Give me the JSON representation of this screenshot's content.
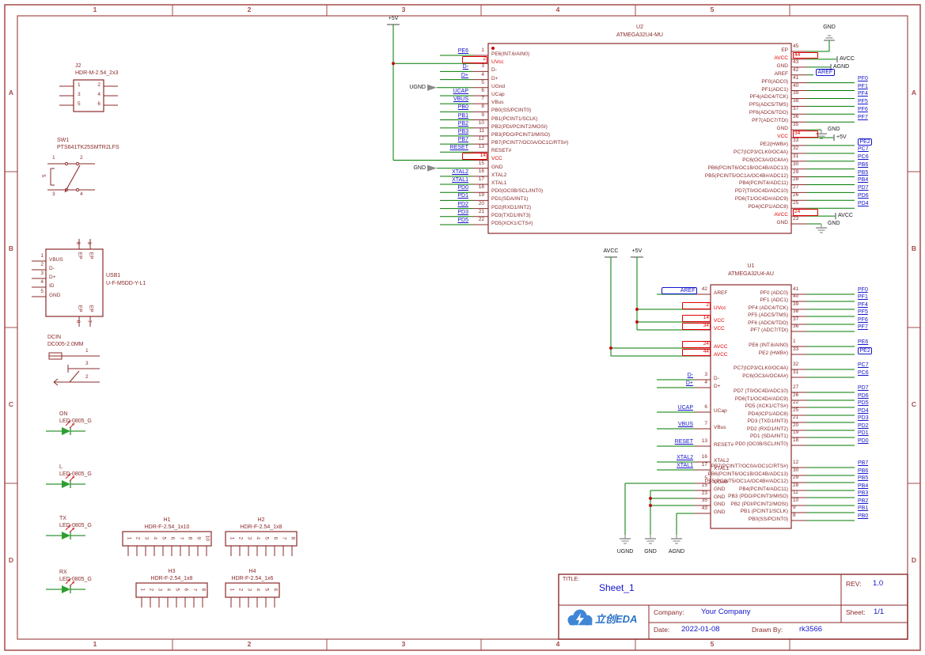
{
  "frame": {
    "columns": [
      "1",
      "2",
      "3",
      "4",
      "5"
    ],
    "rows": [
      "A",
      "B",
      "C",
      "D"
    ]
  },
  "colors": {
    "outline": "#8b2a2a",
    "net_label": "#1414cc",
    "wire": "#007a00",
    "power_red": "#e00000",
    "frame": "#a54b4b",
    "ground": "#8a8a8a",
    "junction": "#bb1111",
    "led_green": "#2f9e2f",
    "logo_blue": "#2a72c8"
  },
  "power": {
    "p5v": "+5V",
    "gnd": "GND",
    "avcc": "AVCC",
    "agnd": "AGND",
    "ugnd": "UGND"
  },
  "u2": {
    "ref": "U2",
    "value": "ATMEGA32U4-MU",
    "left": [
      {
        "ext": "PE6",
        "num": "1",
        "name": "PE6(INT.6/AIN0)"
      },
      {
        "num": "2",
        "name": "UVcc",
        "power": true
      },
      {
        "ext": "D-",
        "num": "3",
        "name": "D-"
      },
      {
        "ext": "D+",
        "num": "4",
        "name": "D+"
      },
      {
        "num": "5",
        "name": "UGnd",
        "flag": "UGND"
      },
      {
        "ext": "UCAP",
        "num": "6",
        "name": "UCap"
      },
      {
        "ext": "VBUS",
        "num": "7",
        "name": "VBus"
      },
      {
        "ext": "PB0",
        "num": "8",
        "name": "PB0(SS/PCINT0)"
      },
      {
        "ext": "PB1",
        "num": "9",
        "name": "PB1(PCINT1/SCLK)"
      },
      {
        "ext": "PB2",
        "num": "10",
        "name": "PB2(PDI/PCINT2/MOSI)"
      },
      {
        "ext": "PB3",
        "num": "11",
        "name": "PB3(PDO/PCINT3/MISO)"
      },
      {
        "ext": "PB7",
        "num": "12",
        "name": "PB7(PCINT7/OC0A/OC1C/RTS#)"
      },
      {
        "ext": "RESET",
        "num": "13",
        "name": "RESET#"
      },
      {
        "num": "14",
        "name": "VCC",
        "power": true
      },
      {
        "num": "15",
        "name": "GND",
        "flag": "GND"
      },
      {
        "ext": "XTAL2",
        "num": "16",
        "name": "XTAL2"
      },
      {
        "ext": "XTAL1",
        "num": "17",
        "name": "XTAL1"
      },
      {
        "ext": "PD0",
        "num": "18",
        "name": "PD0(OC0B/SCL/INT0)"
      },
      {
        "ext": "PD1",
        "num": "19",
        "name": "PD1(SDA/INT1)"
      },
      {
        "ext": "PD2",
        "num": "20",
        "name": "PD2(RXD1/INT2)"
      },
      {
        "ext": "PD3",
        "num": "21",
        "name": "PD3(TXD1/INT3)"
      },
      {
        "ext": "PD5",
        "num": "22",
        "name": "PD5(XCK1/CTS#)"
      }
    ],
    "right": [
      {
        "num": "45",
        "name": "EP",
        "flag": "GND",
        "ftype": "gnd_top"
      },
      {
        "num": "44",
        "name": "AVCC",
        "power": true,
        "flag": "AVCC",
        "ftype": "bar"
      },
      {
        "num": "43",
        "name": "GND",
        "flag": "AGND",
        "ftype": "bar"
      },
      {
        "num": "42",
        "name": "AREF",
        "ext": "AREF",
        "boxed": true
      },
      {
        "num": "41",
        "name": "PF0(ADC0)",
        "ext": "PF0"
      },
      {
        "num": "40",
        "name": "PF1(ADC1)",
        "ext": "PF1"
      },
      {
        "num": "39",
        "name": "PF4(ADC4/TCK)",
        "ext": "PF4"
      },
      {
        "num": "38",
        "name": "PF5(ADC5/TMS)",
        "ext": "PF5"
      },
      {
        "num": "37",
        "name": "PF6(ADC6/TDO)",
        "ext": "PF6"
      },
      {
        "num": "36",
        "name": "PF7(ADC7/TDI)",
        "ext": "PF7"
      },
      {
        "num": "35",
        "name": "GND",
        "flag": "GND",
        "ftype": "gnd_down"
      },
      {
        "num": "34",
        "name": "VCC",
        "power": true,
        "flag": "+5V",
        "ftype": "bar"
      },
      {
        "num": "33",
        "name": "PE2(HWB#)",
        "ext": "PE2",
        "boxed": true
      },
      {
        "num": "32",
        "name": "PC7(ICP3/CLK0/OC4A)",
        "ext": "PC7"
      },
      {
        "num": "31",
        "name": "PC6(OC3A/OC4A#)",
        "ext": "PC6"
      },
      {
        "num": "30",
        "name": "PB6(PCINT6/OC1B/OC4B/ADC13)",
        "ext": "PB6"
      },
      {
        "num": "29",
        "name": "PB5(PCINT5/OC1A/OC4B#/ADC12)",
        "ext": "PB5"
      },
      {
        "num": "28",
        "name": "PB4(PCINT4/ADC11)",
        "ext": "PB4"
      },
      {
        "num": "27",
        "name": "PD7(T0/OC4D/ADC10)",
        "ext": "PD7"
      },
      {
        "num": "26",
        "name": "PD6(T1/OC4D#/ADC9)",
        "ext": "PD6"
      },
      {
        "num": "25",
        "name": "PD4(ICP1/ADC8)",
        "ext": "PD4"
      },
      {
        "num": "24",
        "name": "AVCC",
        "power": true,
        "flag": "AVCC",
        "ftype": "bar"
      },
      {
        "num": "23",
        "name": "GND",
        "flag": "GND",
        "ftype": "gnd_down"
      }
    ]
  },
  "u1": {
    "ref": "U1",
    "value": "ATMEGA32U4-AU",
    "left": [
      {
        "ext": "AREF",
        "boxed": true,
        "num": "42",
        "name": "AREF"
      },
      {
        "num": "2",
        "name": "UVcc",
        "power": true,
        "rail": "p5v"
      },
      {
        "num": "14",
        "name": "VCC",
        "power": true,
        "rail": "p5v"
      },
      {
        "num": "34",
        "name": "VCC",
        "power": true,
        "rail": "p5v"
      },
      {
        "num": "24",
        "name": "AVCC",
        "power": true,
        "rail": "avcc"
      },
      {
        "num": "44",
        "name": "AVCC",
        "power": true,
        "rail": "avcc"
      },
      {
        "ext": "D-",
        "num": "3",
        "name": "D-"
      },
      {
        "ext": "D+",
        "num": "4",
        "name": "D+"
      },
      {
        "ext": "UCAP",
        "num": "6",
        "name": "UCap"
      },
      {
        "ext": "VBUS",
        "num": "7",
        "name": "VBus"
      },
      {
        "ext": "RESET",
        "num": "13",
        "name": "RESET#"
      },
      {
        "ext": "XTAL2",
        "num": "16",
        "name": "XTAL2"
      },
      {
        "ext": "XTAL1",
        "num": "17",
        "name": "XTAL1"
      },
      {
        "num": "5",
        "name": "UGnd",
        "rail": "ugnd"
      },
      {
        "num": "15",
        "name": "GND",
        "rail": "gndbus"
      },
      {
        "num": "23",
        "name": "GND",
        "rail": "gndbus"
      },
      {
        "num": "35",
        "name": "GND",
        "rail": "gndbus"
      },
      {
        "num": "43",
        "name": "GND",
        "rail": "agnd"
      }
    ],
    "right": [
      {
        "num": "41",
        "name": "PF0 (ADC0)",
        "ext": "PF0"
      },
      {
        "num": "40",
        "name": "PF1 (ADC1)",
        "ext": "PF1"
      },
      {
        "num": "39",
        "name": "PF4 (ADC4/TCK)",
        "ext": "PF4"
      },
      {
        "num": "38",
        "name": "PF5 (ADC5/TMS)",
        "ext": "PF5"
      },
      {
        "num": "37",
        "name": "PF6 (ADC6/TDO)",
        "ext": "PF6"
      },
      {
        "num": "36",
        "name": "PF7 (ADC7/TDI)",
        "ext": "PF7"
      },
      {
        "num": "1",
        "name": "PE6 (INT.6/AIN0)",
        "ext": "PE6"
      },
      {
        "num": "33",
        "name": "PE2 (HWB#)",
        "ext": "PE2",
        "boxed": true
      },
      {
        "num": "32",
        "name": "PC7(ICP3/CLK0/OC4A)",
        "ext": "PC7"
      },
      {
        "num": "31",
        "name": "PC6(OC3A/OC4A#)",
        "ext": "PC6"
      },
      {
        "num": "27",
        "name": "PD7 (T0/OC4D/ADC10)",
        "ext": "PD7"
      },
      {
        "num": "26",
        "name": "PD6(T1/OC4D#/ADC9)",
        "ext": "PD6"
      },
      {
        "num": "22",
        "name": "PD5 (XCK1/CTS#)",
        "ext": "PD5"
      },
      {
        "num": "25",
        "name": "PD4(ICP1/ADC8)",
        "ext": "PD4"
      },
      {
        "num": "21",
        "name": "PD3 (TXD1/INT3)",
        "ext": "PD3"
      },
      {
        "num": "20",
        "name": "PD2 (RXD1/INT2)",
        "ext": "PD2"
      },
      {
        "num": "19",
        "name": "PD1 (SDA/INT1)",
        "ext": "PD1"
      },
      {
        "num": "18",
        "name": "PD0 (OC0B/SCL/INT0)",
        "ext": "PD0"
      },
      {
        "num": "12",
        "name": "PB7(PCINT7/OC0A/OC1C/RTS#)",
        "ext": "PB7"
      },
      {
        "num": "30",
        "name": "PB6(PCINT6/OC1B/OC4B/ADC13)",
        "ext": "PB6"
      },
      {
        "num": "29",
        "name": "PB5(PCINT5/OC1A/OC4B#/ADC12)",
        "ext": "PB5"
      },
      {
        "num": "28",
        "name": "PB4(PCINT4/ADC11)",
        "ext": "PB4"
      },
      {
        "num": "11",
        "name": "PB3 (PDO/PCINT3/MISO)",
        "ext": "PB3"
      },
      {
        "num": "10",
        "name": "PB2 (PDI/PCINT2/MOSI)",
        "ext": "PB2"
      },
      {
        "num": "9",
        "name": "PB1 (PCINT1/SCLK)",
        "ext": "PB1"
      },
      {
        "num": "8",
        "name": "PB0(SS/PCINT0)",
        "ext": "PB0"
      }
    ]
  },
  "j2": {
    "ref": "J2",
    "value": "HDR-M-2.54_2x3",
    "pin_numbers": [
      "1",
      "2",
      "3",
      "4",
      "5",
      "6"
    ]
  },
  "sw1": {
    "ref": "SW1",
    "value": "PTS641TK25SMTR2LFS",
    "pin_numbers": [
      "1",
      "2",
      "3",
      "4",
      "5"
    ]
  },
  "usb1": {
    "ref": "USB1",
    "value": "U-F-M5DD-Y-L1",
    "pins": [
      {
        "num": "1",
        "name": "VBUS"
      },
      {
        "num": "2",
        "name": "D-"
      },
      {
        "num": "3",
        "name": "D+"
      },
      {
        "num": "4",
        "name": "ID"
      },
      {
        "num": "5",
        "name": "GND"
      }
    ],
    "shield_pins": [
      {
        "num": "8",
        "name": "EP"
      },
      {
        "num": "9",
        "name": "EP"
      },
      {
        "num": "6",
        "name": "EP"
      },
      {
        "num": "7",
        "name": "EP"
      }
    ]
  },
  "dcin": {
    "ref": "DCIN",
    "value": "DC005-2.0MM",
    "pin_numbers": [
      "1",
      "3",
      "2"
    ]
  },
  "leds": [
    {
      "ref": "ON",
      "value": "LED-0805_G"
    },
    {
      "ref": "L",
      "value": "LED-0805_G"
    },
    {
      "ref": "TX",
      "value": "LED-0805_G"
    },
    {
      "ref": "RX",
      "value": "LED-0805_G"
    }
  ],
  "headers": [
    {
      "ref": "H1",
      "value": "HDR-F-2.54_1x10",
      "pin_numbers": [
        "1",
        "2",
        "3",
        "4",
        "5",
        "6",
        "7",
        "8",
        "9",
        "10"
      ]
    },
    {
      "ref": "H2",
      "value": "HDR-F-2.54_1x8",
      "pin_numbers": [
        "1",
        "2",
        "3",
        "4",
        "5",
        "6",
        "7",
        "8"
      ]
    },
    {
      "ref": "H3",
      "value": "HDR-F-2.54_1x8",
      "pin_numbers": [
        "1",
        "2",
        "3",
        "4",
        "5",
        "6",
        "7",
        "8"
      ]
    },
    {
      "ref": "H4",
      "value": "HDR-F-2.54_1x6",
      "pin_numbers": [
        "1",
        "2",
        "3",
        "4",
        "5",
        "6"
      ]
    }
  ],
  "title_block": {
    "title_label": "TITLE:",
    "title": "Sheet_1",
    "rev_label": "REV:",
    "rev": "1.0",
    "company_label": "Company:",
    "company": "Your Company",
    "sheet_label": "Sheet:",
    "sheet": "1/1",
    "date_label": "Date:",
    "date": "2022-01-08",
    "drawn_label": "Drawn By:",
    "drawn_by": "rk3566",
    "logo": "立创EDA"
  }
}
